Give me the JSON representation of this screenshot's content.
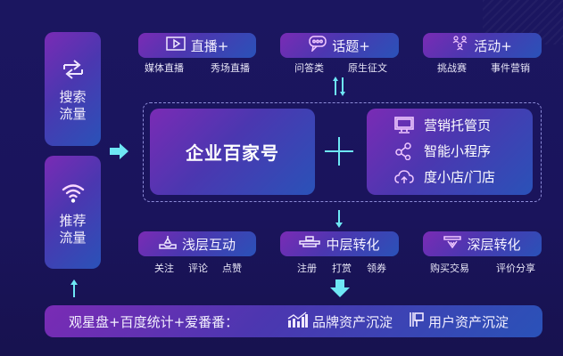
{
  "colors": {
    "background": "#1a1560",
    "card_gradient_start": "#7a2bb5",
    "card_gradient_end": "#2a52b8",
    "accent_cyan": "#6ee7f5",
    "dashed_border": "#8d8cd8",
    "icon_pink": "#f0c8ff"
  },
  "left_sources": [
    {
      "icon": "swap-arrows-icon",
      "label": "搜索流量"
    },
    {
      "icon": "wifi-signal-icon",
      "label": "推荐流量"
    }
  ],
  "top_channels": [
    {
      "icon": "play-video-icon",
      "label": "直播+",
      "subs": [
        "媒体直播",
        "秀场直播"
      ]
    },
    {
      "icon": "chat-bubble-icon",
      "label": "话题+",
      "subs": [
        "问答类",
        "原生征文"
      ]
    },
    {
      "icon": "users-group-icon",
      "label": "活动+",
      "subs": [
        "挑战赛",
        "事件营销"
      ]
    }
  ],
  "core": {
    "main_label": "企业百家号",
    "plus": "+",
    "tools": [
      {
        "icon": "monitor-icon",
        "label": "营销托管页"
      },
      {
        "icon": "share-nodes-icon",
        "label": "智能小程序"
      },
      {
        "icon": "cloud-icon",
        "label": "度小店/门店"
      }
    ]
  },
  "conversion_levels": [
    {
      "icon": "thumb-tray-icon",
      "label": "浅层互动",
      "subs": [
        "关注",
        "评论",
        "点赞"
      ]
    },
    {
      "icon": "hand-coin-icon",
      "label": "中层转化",
      "subs": [
        "注册",
        "打赏",
        "领券"
      ]
    },
    {
      "icon": "shield-down-icon",
      "label": "深层转化",
      "subs": [
        "购买交易",
        "评价分享"
      ]
    }
  ],
  "bottom": {
    "tools_label": "观星盘+百度统计+爱番番：",
    "outcomes": [
      {
        "icon": "bar-chart-icon",
        "label": "品牌资产沉淀"
      },
      {
        "icon": "user-profile-icon",
        "label": "用户资产沉淀"
      }
    ]
  }
}
